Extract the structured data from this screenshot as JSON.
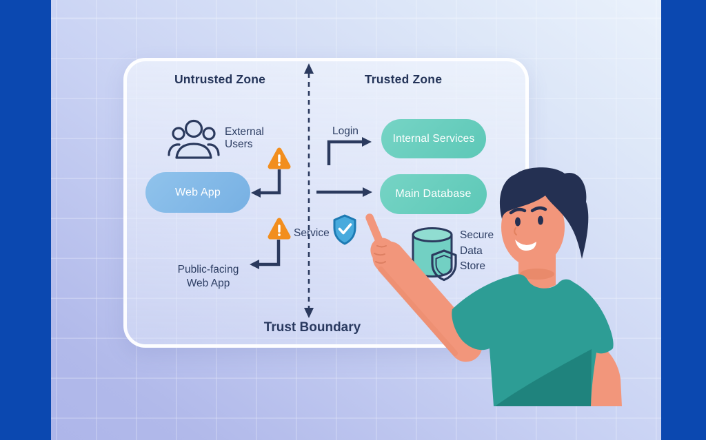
{
  "diagram": {
    "untrusted_zone_title": "Untrusted Zone",
    "trusted_zone_title": "Trusted Zone",
    "boundary_label": "Trust Boundary",
    "external_users_line1": "External",
    "external_users_line2": "Users",
    "web_app_label": "Web App",
    "public_facing_line1": "Public-facing",
    "public_facing_line2": "Web App",
    "login_label": "Login",
    "service_label": "Service",
    "internal_services_label": "Internal Services",
    "main_database_label": "Main Database",
    "secure_store_line1": "Secure",
    "secure_store_line2": "Data",
    "secure_store_line3": "Store"
  },
  "icons": {
    "external_users": "group-of-users-icon",
    "warning_top": "warning-triangle-icon",
    "warning_bottom": "warning-triangle-icon",
    "verified_shield": "shield-checkmark-icon",
    "database": "database-cylinder-icon",
    "secure_shield": "shield-outline-icon",
    "boundary_line": "dashed-trust-boundary-line",
    "person": "man-pointing-illustration"
  },
  "colors": {
    "side_bars": "#0b48b0",
    "background_light": "#ecf3fc",
    "background_dark": "#adb5e9",
    "card_border": "#ffffff",
    "navy_text": "#2d3e63",
    "web_app_pill": "#84bae8",
    "teal_pill": "#68cebe",
    "warning_orange": "#f28e1e",
    "shield_blue": "#47aadd",
    "database_teal": "#72d0c3",
    "skin": "#f2967b",
    "shirt_teal": "#2d9d95",
    "hair_navy": "#243052"
  }
}
